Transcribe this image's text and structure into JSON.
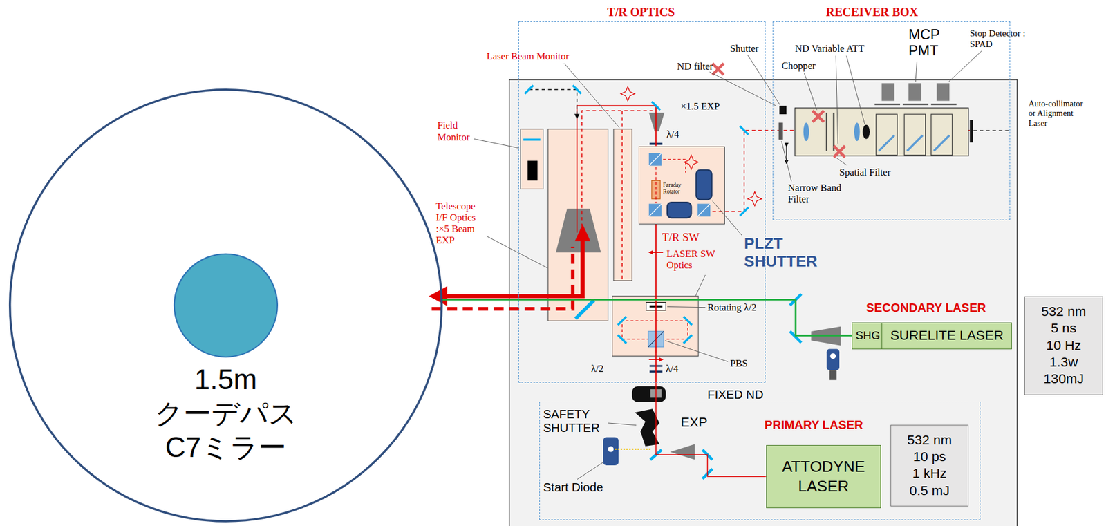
{
  "diagram": {
    "nodes": [
      {
        "text": [
          "1.5m クーデパス C7ミラー"
        ]
      },
      {
        "text": [
          "T/R OPTICS"
        ]
      },
      {
        "text": [
          "T/R SW"
        ],
        "in": 1
      },
      {
        "text": [
          "RECEIVER BOX"
        ]
      },
      {
        "text": [
          "SHG"
        ]
      },
      {
        "text": [
          "SURELITE LASER"
        ]
      },
      {
        "text": [
          "532 nm",
          "5 ns",
          "10 Hz",
          "1.3w",
          "130mJ"
        ]
      },
      {
        "text": [
          "PRIMARY LASER"
        ]
      },
      {
        "text": [
          "ATTODYNE LASER"
        ],
        "in": 7
      },
      {
        "text": [
          "532 nm",
          "10 ps",
          "1 kHz",
          "0.5 mJ"
        ],
        "in": 7
      }
    ],
    "edges": [
      {
        "from": 4,
        "to": 0,
        "arrow": "none"
      },
      {
        "from": 8,
        "to": 1,
        "arrow": "none"
      }
    ],
    "labels": [
      "Laser Beam Monitor",
      "ND filter",
      "Shutter",
      "ND Variable ATT",
      "MCP PMT",
      "Stop Detector : SPAD",
      "Chopper",
      "Auto-collimator or Alignment Laser",
      "Field Monitor",
      "×1.5 EXP",
      "λ/4",
      "Faraday Rotator",
      "Spatial Filter",
      "Narrow Band Filter",
      "Telescope I/F Optics :×5 Beam EXP",
      "PLZT SHUTTER",
      "LASER SW Optics",
      "Rotating λ/2",
      "SECONDARY LASER",
      "PBS",
      "λ/2",
      "λ/4",
      "FIXED ND",
      "SAFETY SHUTTER",
      "EXP",
      "Start Diode"
    ]
  }
}
